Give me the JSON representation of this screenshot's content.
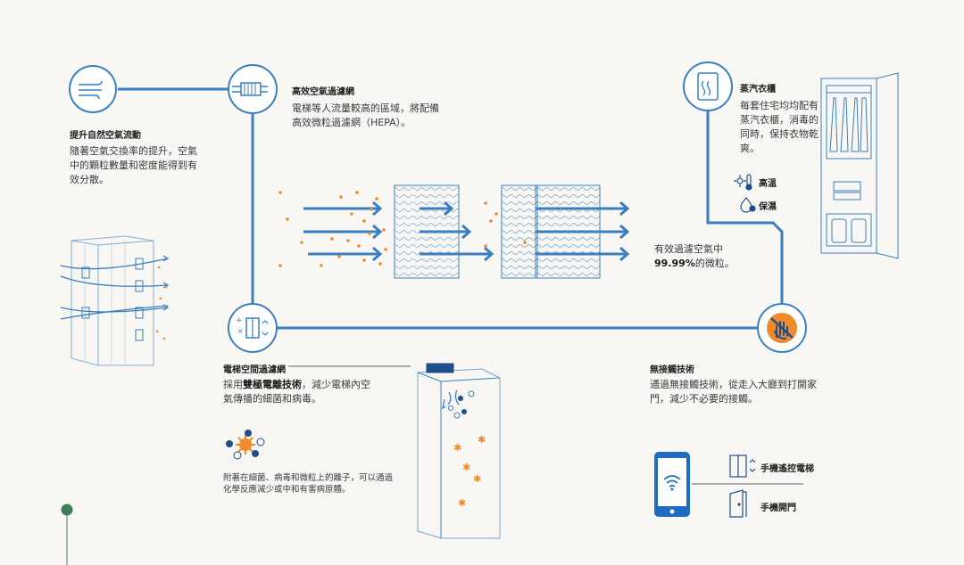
{
  "flow": {
    "title": "提升自然空氣流動",
    "body": "隨著空氣交換率的提升，空氣中的顆粒數量和密度能得到有效分散。"
  },
  "hepa": {
    "title": "高效空氣過濾網",
    "body": "電梯等人流量較高的區域，將配備高效微粒過濾網（HEPA）。"
  },
  "steam": {
    "title": "蒸汽衣櫃",
    "body": "每套住宅均均配有蒸汽衣櫃，消毒的同時，保持衣物乾爽。",
    "high_temp": "高溫",
    "keep_warm": "保濕"
  },
  "filter_result": {
    "line1": "有效過濾空氣中",
    "percent": "99.99%",
    "line2_suffix": "的微粒。"
  },
  "elevator": {
    "title": "電梯空間過濾網",
    "body_prefix": "採用",
    "body_bold": "雙極電離技術",
    "body_suffix": "，減少電梯內空氣傳播的細菌和病毒。",
    "ion_note": "附著在細菌、病毒和微粒上的離子，可以通過化學反應減少或中和有害病原體。"
  },
  "touchless": {
    "title": "無接觸技術",
    "body": "通過無接觸技術，從走入大廳到打開家門，減少不必要的接觸。",
    "remote_elevator": "手機遙控電梯",
    "door": "手機開門"
  },
  "colors": {
    "line": "#3a7fc2",
    "dot": "#f08a2a",
    "dark": "#1f4f8a",
    "green": "#3f7d5a"
  }
}
